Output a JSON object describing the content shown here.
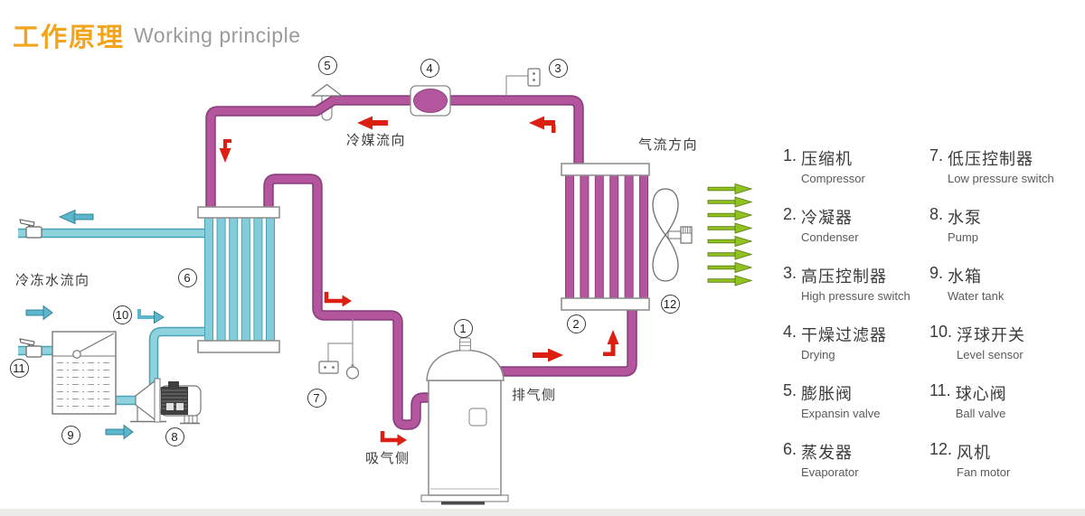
{
  "title": {
    "zh": "工作原理",
    "en": "Working principle"
  },
  "flow_labels": {
    "refrigerant": "冷媒流向",
    "air": "气流方向",
    "chilled_water": "冷冻水流向",
    "discharge_side": "排气侧",
    "suction_side": "吸气侧"
  },
  "badges": [
    "1",
    "2",
    "3",
    "4",
    "5",
    "6",
    "7",
    "8",
    "9",
    "10",
    "11",
    "12"
  ],
  "legend": {
    "items": [
      {
        "num": "1.",
        "zh": "压缩机",
        "en": "Compressor"
      },
      {
        "num": "2.",
        "zh": "冷凝器",
        "en": "Condenser"
      },
      {
        "num": "3.",
        "zh": "高压控制器",
        "en": "High pressure switch"
      },
      {
        "num": "4.",
        "zh": "干燥过滤器",
        "en": "Drying"
      },
      {
        "num": "5.",
        "zh": "膨胀阀",
        "en": "Expansin valve"
      },
      {
        "num": "6.",
        "zh": "蒸发器",
        "en": "Evaporator"
      },
      {
        "num": "7.",
        "zh": "低压控制器",
        "en": "Low pressure switch"
      },
      {
        "num": "8.",
        "zh": "水泵",
        "en": "Pump"
      },
      {
        "num": "9.",
        "zh": "水箱",
        "en": "Water tank"
      },
      {
        "num": "10.",
        "zh": "浮球开关",
        "en": "Level sensor"
      },
      {
        "num": "11.",
        "zh": "球心阀",
        "en": "Ball valve"
      },
      {
        "num": "12.",
        "zh": "风机",
        "en": "Fan motor"
      }
    ]
  },
  "colors": {
    "title_orange": "#f2a41d",
    "refrigerant_pipe": "#b4569e",
    "refrigerant_pipe_outline": "#8d4080",
    "water_pipe": "#8fd3de",
    "water_pipe_outline": "#48a2b4",
    "red_arrow": "#dc1f13",
    "blue_arrow": "#5cb6cc",
    "green_arrow": "#90c320",
    "component_outline": "#8a8a8a"
  }
}
